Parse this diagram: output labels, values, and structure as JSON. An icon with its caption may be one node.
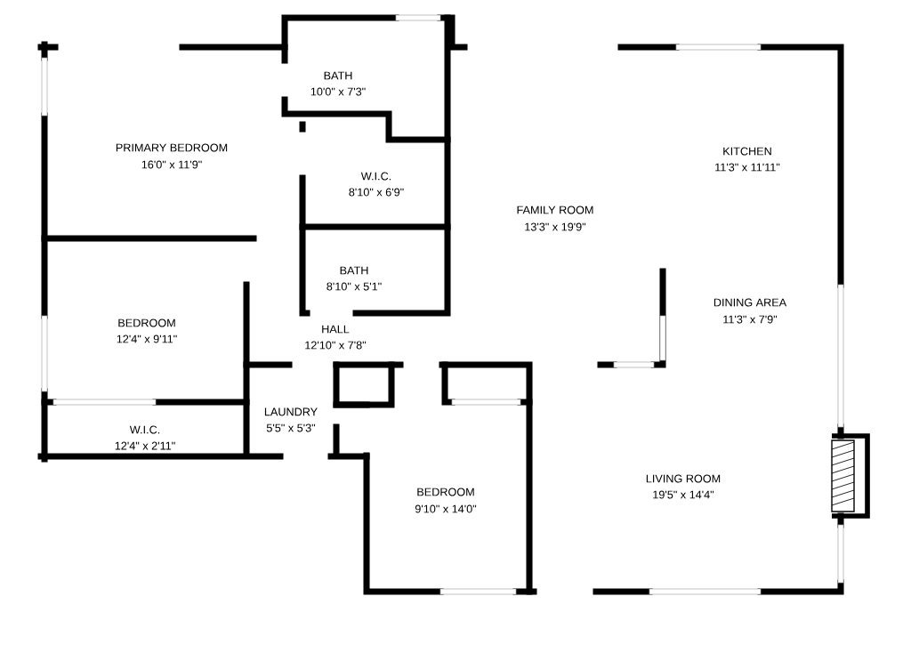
{
  "diagram": {
    "labels": [
      "BATH",
      "10'0\" x 7'3\"",
      "PRIMARY BEDROOM",
      "16'0\" x 11'9\"",
      "KITCHEN",
      "11'3\" x 11'11\"",
      "W.I.C.",
      "8'10\" x 6'9\"",
      "FAMILY ROOM",
      "13'3\" x 19'9\"",
      "BATH",
      "8'10\" x 5'1\"",
      "DINING AREA",
      "11'3\" x 7'9\"",
      "BEDROOM",
      "12'4\" x 9'11\"",
      "HALL",
      "12'10\" x 7'8\"",
      "LAUNDRY",
      "5'5\" x 5'3\"",
      "W.I.C.",
      "12'4\" x 2'11\"",
      "LIVING ROOM",
      "19'5\" x 14'4\"",
      "BEDROOM",
      "9'10\" x 14'0\""
    ]
  }
}
